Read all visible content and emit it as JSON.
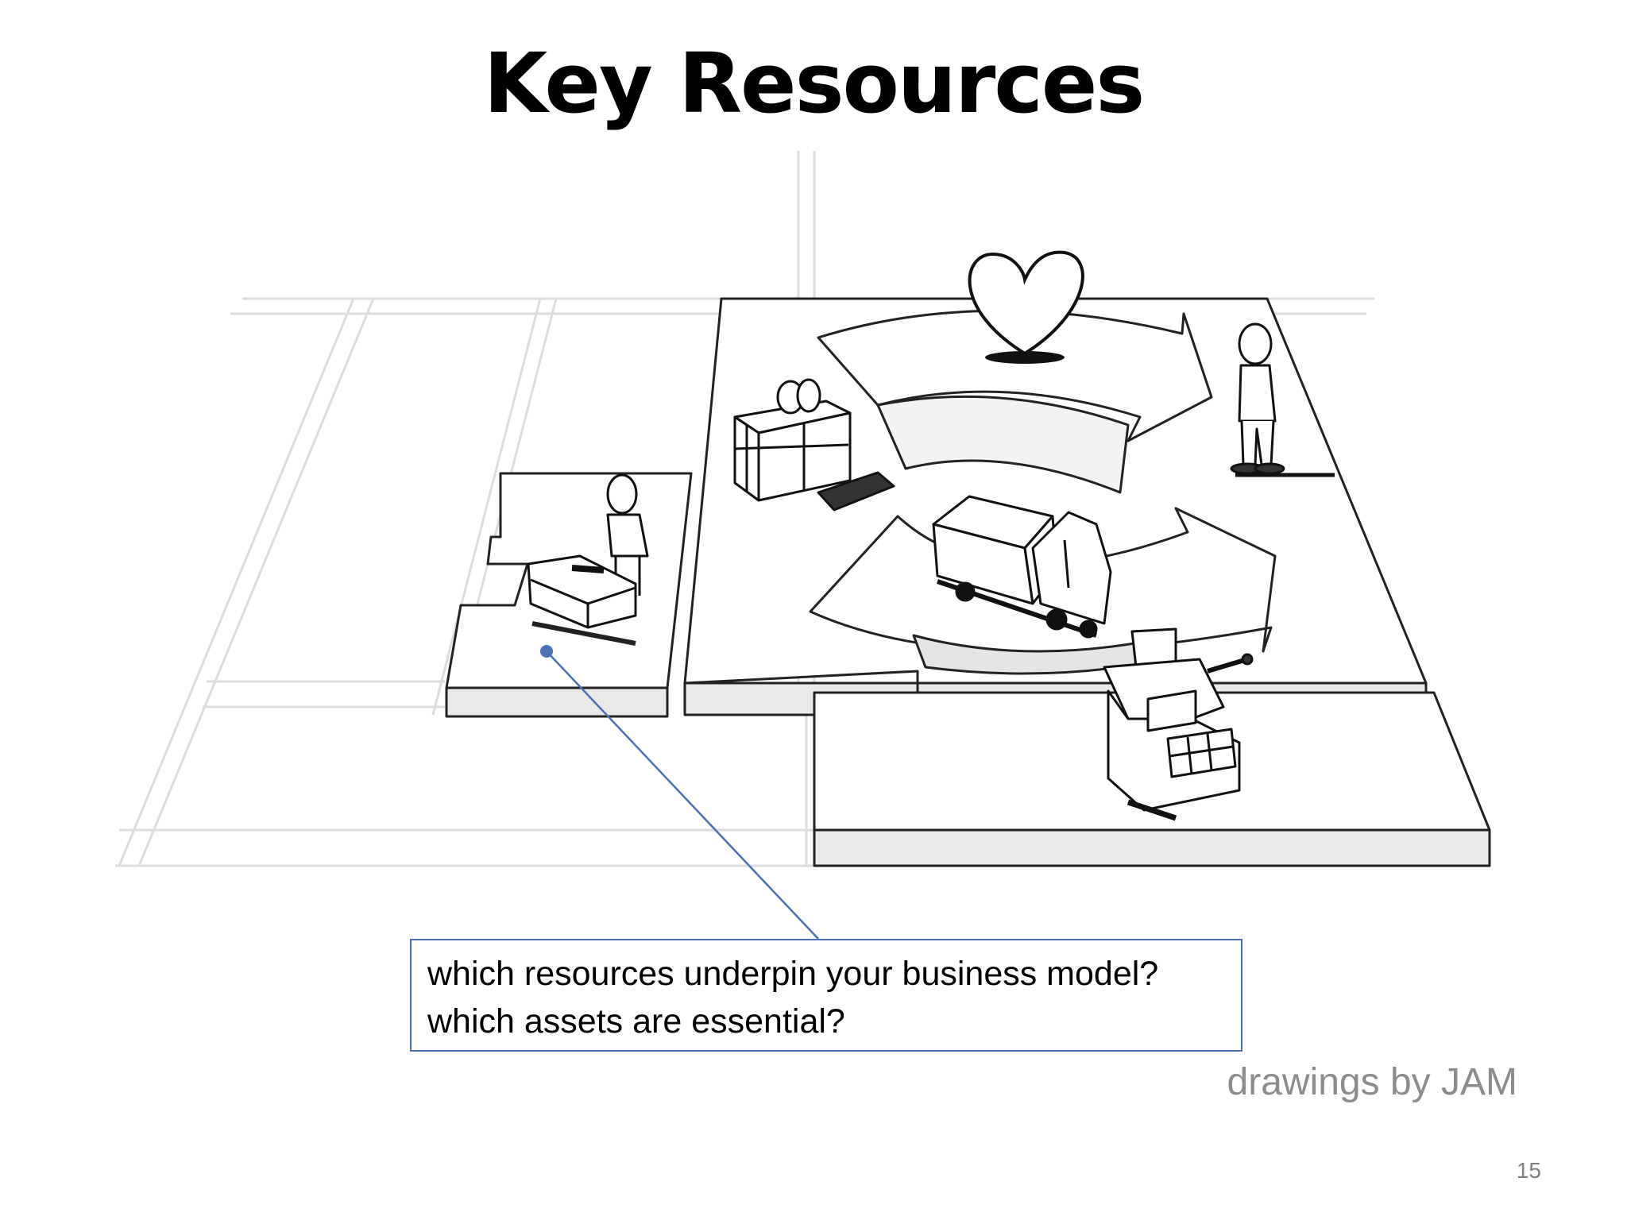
{
  "slide": {
    "title": "Key Resources",
    "callout_lines": [
      "which resources underpin your business model?",
      "which assets are essential?"
    ],
    "credit": "drawings by JAM",
    "page_number": "15"
  },
  "colors": {
    "callout_border": "#4a72b5",
    "credit_text": "#8c8c8c"
  },
  "icons": [
    "heart-icon",
    "gift-box-icon",
    "delivery-truck-icon",
    "person-icon",
    "cash-register-icon",
    "hand-cart-icon"
  ]
}
